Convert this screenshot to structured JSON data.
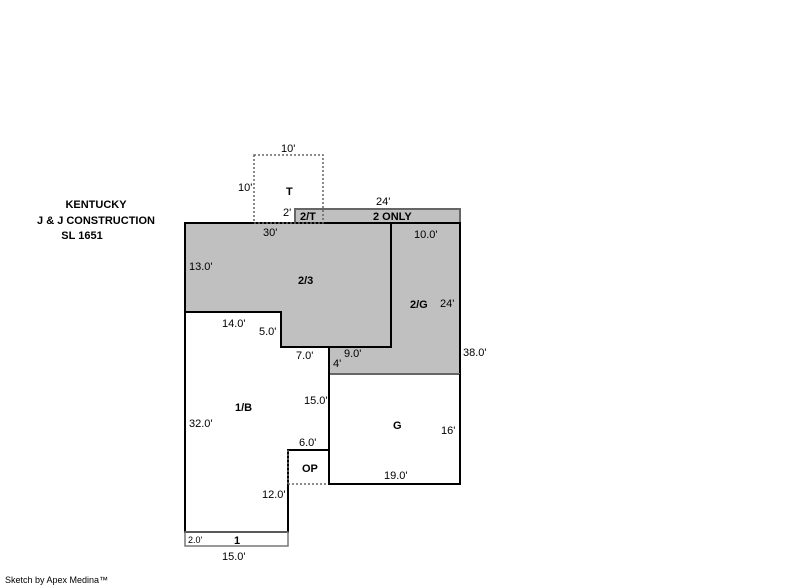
{
  "header": {
    "line1": "KENTUCKY",
    "line2": "J & J CONSTRUCTION",
    "line3": "SL 1651"
  },
  "footer": {
    "credit": "Sketch by Apex Medina™"
  },
  "colors": {
    "fill_upper": "#c0c0c0",
    "wall": "#000000",
    "dashed": "#555555"
  },
  "areas": {
    "t": "T",
    "two_t": "2/T",
    "two_only": "2 ONLY",
    "two_three": "2/3",
    "two_g": "2/G",
    "one_b": "1/B",
    "g": "G",
    "op": "OP",
    "one": "1"
  },
  "dimensions": {
    "t_top": "10'",
    "t_left": "10'",
    "two_t_left": "2'",
    "two_only_top": "24'",
    "top_30": "30'",
    "g2_top": "10.0'",
    "left_13": "13.0'",
    "g2_right": "24'",
    "step_14": "14.0'",
    "step_5": "5.0'",
    "step_7": "7.0'",
    "step_9": "9.0'",
    "step_4": "4'",
    "right_38": "38.0'",
    "mid_15": "15.0'",
    "left_32": "32.0'",
    "g_right": "16'",
    "op_top": "6.0'",
    "g_bottom": "19.0'",
    "left_12": "12.0'",
    "strip_2": "2.0'",
    "bottom_15": "15.0'"
  }
}
